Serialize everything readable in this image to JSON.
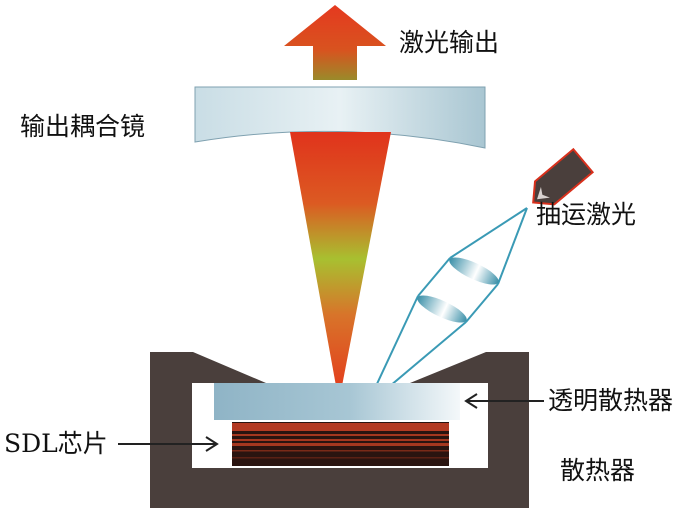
{
  "labels": {
    "laser_output": "激光输出",
    "output_coupler": "输出耦合镜",
    "pump_laser": "抽运激光",
    "transparent_heatspreader": "透明散热器",
    "sdl_chip": "SDL芯片",
    "heatsink": "散热器"
  },
  "colors": {
    "heatsink": "#4a3f3c",
    "pump_beam": "#3a9ab5",
    "beam_red": "#e0331c",
    "beam_green": "#a8c030"
  }
}
